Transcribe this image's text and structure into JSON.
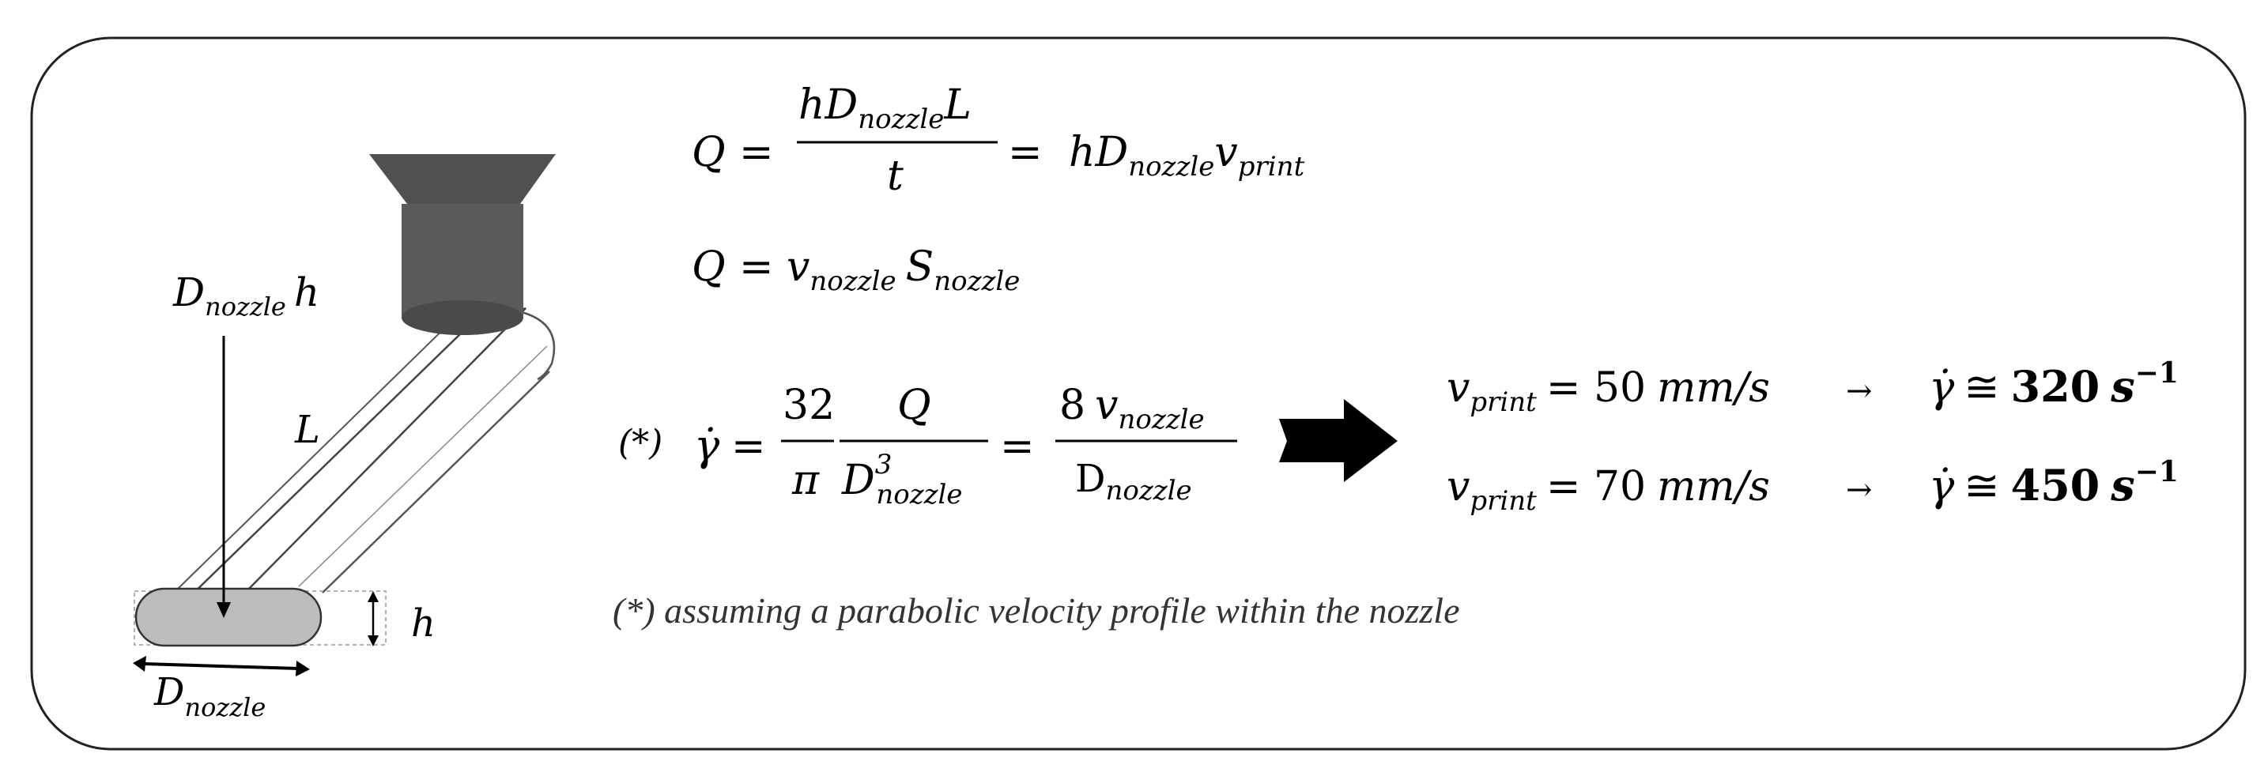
{
  "diagram": {
    "labels": {
      "D_nozzle": "D",
      "nozzle_sub": "nozzle",
      "h": "h",
      "L": "L"
    },
    "equations": {
      "eq1": {
        "lhs": "Q",
        "eq": "=",
        "num_h": "h",
        "num_D": "D",
        "num_sub": "nozzle",
        "num_L": "L",
        "den_t": "t",
        "eq2": "=",
        "rhs_hD": "hD",
        "rhs_sub": "nozzle",
        "rhs_v": "v",
        "rhs_vsub": "print"
      },
      "eq2": {
        "lhs": "Q",
        "eq": "=",
        "v": "v",
        "v_sub": "nozzle",
        "S": "S",
        "S_sub": "nozzle"
      },
      "eq3": {
        "marker": "(*)",
        "gamma": "γ̇",
        "eq": "=",
        "num_32": "32",
        "den_pi": "π",
        "num_Q": "Q",
        "den_D": "D",
        "den_exp": "3",
        "den_sub": "nozzle",
        "eq2": "=",
        "num_8": "8",
        "num_v": "v",
        "num_vsub": "nozzle",
        "den2_D": "D",
        "den2_sub": "nozzle"
      },
      "results": [
        {
          "v": "v",
          "v_sub": "print",
          "eq": "= 50",
          "unit": "mm/s",
          "arrow": "→",
          "gamma": "γ̇",
          "approx": "≅",
          "val": "320",
          "s": "s",
          "exp": "−1"
        },
        {
          "v": "v",
          "v_sub": "print",
          "eq": "= 70",
          "unit": "mm/s",
          "arrow": "→",
          "gamma": "γ̇",
          "approx": "≅",
          "val": "450",
          "s": "s",
          "exp": "−1"
        }
      ]
    },
    "footnote": "(*) assuming a parabolic velocity profile within the nozzle"
  }
}
